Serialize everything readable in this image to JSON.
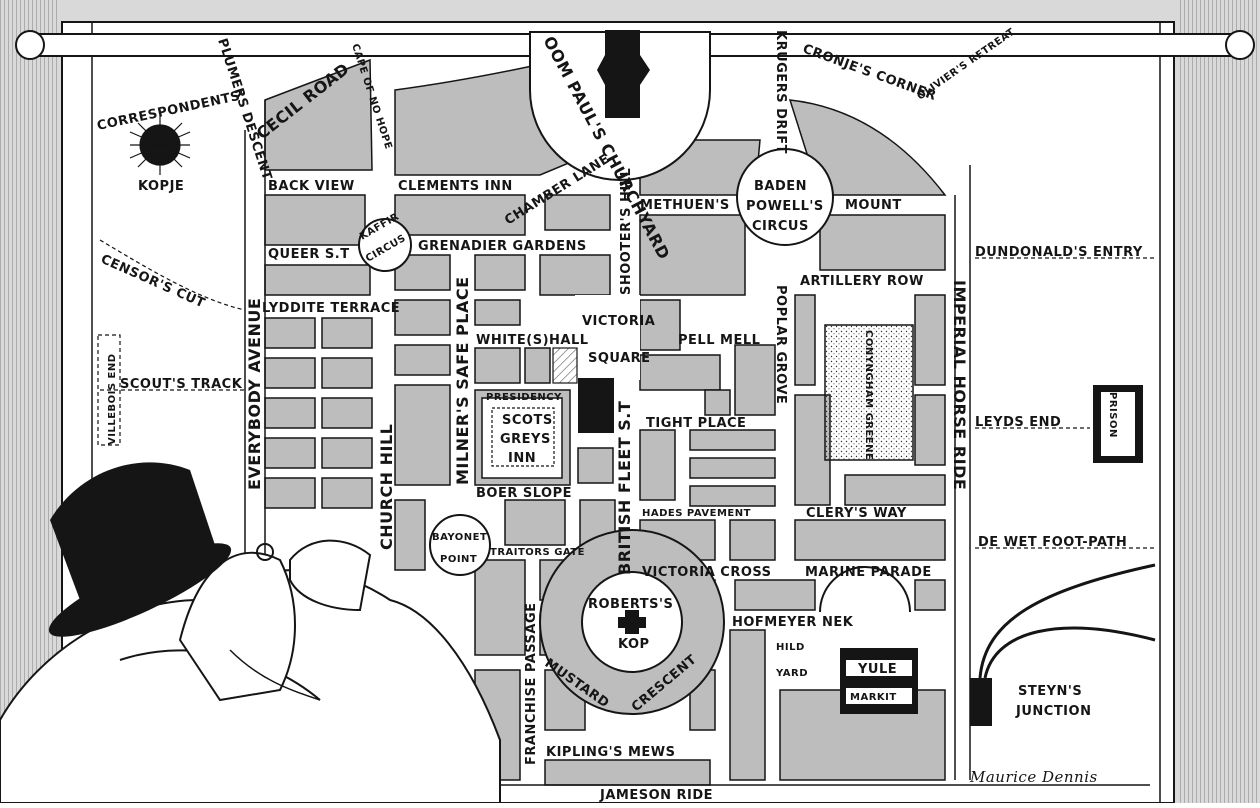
{
  "labels": {
    "plumers_descent": "PLUMERS DESCENT",
    "cecil_road": "CECIL ROAD",
    "cape_of_no_hope": "CAPE OF NO HOPE",
    "oom_pauls_churchyard": "OOM PAUL'S CHURCHYARD",
    "krugers_drift": "KRUGERS DRIFT",
    "cronjes_corner": "CRONJE'S CORNER",
    "oliviers_retreat": "OLIVIER'S RETREAT",
    "correspondents_kopje_1": "CORRESPONDENTS'",
    "correspondents_kopje_2": "KOPJE",
    "back_view": "BACK VIEW",
    "clements_inn": "CLEMENTS INN",
    "chamber_lane": "CHAMBER LANE",
    "shooters_hill": "SHOOTER'S HILL",
    "baden": "BADEN",
    "powells": "POWELL'S",
    "circus": "CIRCUS",
    "methuens": "METHUEN'S",
    "mount": "MOUNT",
    "kaffir": "KAFFIR",
    "kaffir_circus": "CIRCUS",
    "queer_st": "QUEER S.T",
    "grenadier_gardens": "GRENADIER GARDENS",
    "dundonalds_entry": "DUNDONALD'S ENTRY",
    "censors_cut": "CENSOR'S CUT",
    "lyddite_terrace": "LYDDITE TERRACE",
    "artillery_row": "ARTILLERY ROW",
    "everybody_avenue": "EVERYBODY AVENUE",
    "church_hill": "CHURCH HILL",
    "milners_safe_place": "MILNER'S SAFE PLACE",
    "whitehall": "WHITE(S)HALL",
    "victoria": "VICTORIA",
    "square": "SQUARE",
    "pell_mell": "PELL MELL",
    "poplar_grove": "POPLAR GROVE",
    "imperial_horse_ride": "IMPERIAL HORSE RIDE",
    "conyngham_greene": "CONYNGHAM GREENE",
    "villebois_end": "VILLEBOIS END",
    "scouts_track": "SCOUT'S TRACK",
    "presidency": "PRESIDENCY",
    "scots": "SCOTS",
    "greys": "GREYS",
    "inn": "INN",
    "british_fleet_st": "BRITISH FLEET S.T",
    "tight_place": "TIGHT PLACE",
    "prison": "PRISON",
    "leyds_end": "LEYDS END",
    "boer_slope": "BOER SLOPE",
    "hades_pavement": "HADES PAVEMENT",
    "clerys_way": "CLERY'S WAY",
    "bayonet": "BAYONET",
    "point": "POINT",
    "traitors_gate": "TRAITORS GATE",
    "de_wet_foot_path": "DE WET FOOT-PATH",
    "victoria_cross": "VICTORIA CROSS",
    "marine_parade": "MARINE PARADE",
    "robertss": "ROBERTS'S",
    "kop": "KOP",
    "hofmeyer_nek": "HOFMEYER NEK",
    "hild": "HILD",
    "yard": "YARD",
    "yule": "YULE",
    "markit": "MARKIT",
    "steyns": "STEYN'S",
    "junction": "JUNCTION",
    "franchise_passage": "FRANCHISE PASSAGE",
    "mustard_crescent_1": "MUSTARD",
    "mustard_crescent_2": "CRESCENT",
    "kiplings_mews": "KIPLING'S MEWS",
    "jameson_ride": "JAMESON RIDE",
    "signature": "Maurice Dennis"
  },
  "colors": {
    "ink": "#151515",
    "paper": "#ffffff",
    "shade": "#bdbdbd",
    "background": "#d9d9d9"
  }
}
